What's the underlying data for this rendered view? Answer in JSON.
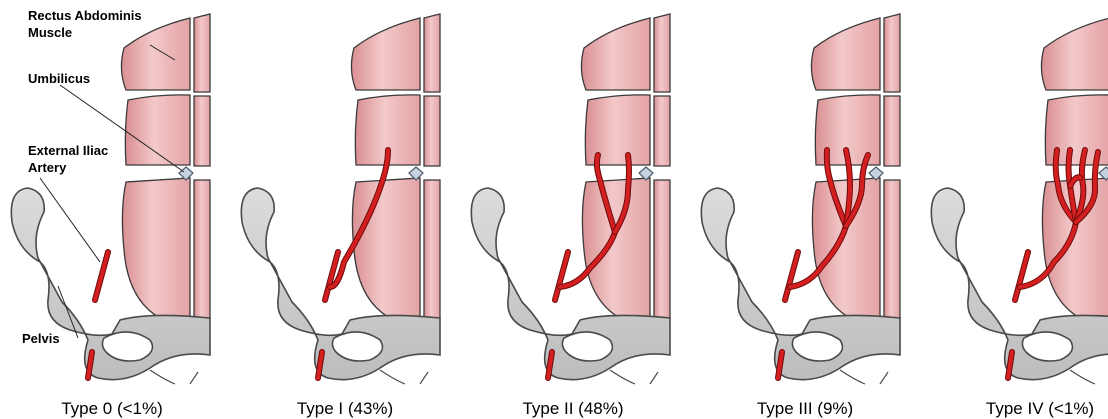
{
  "labels": {
    "rectus_line1": "Rectus Abdominis",
    "rectus_line2": "Muscle",
    "umbilicus": "Umbilicus",
    "artery_line1": "External Iliac",
    "artery_line2": "Artery",
    "pelvis": "Pelvis"
  },
  "panels": [
    {
      "caption": "Type 0 (<1%)",
      "branches": 0
    },
    {
      "caption": "Type I (43%)",
      "branches": 1
    },
    {
      "caption": "Type II (48%)",
      "branches": 2
    },
    {
      "caption": "Type III (9%)",
      "branches": 3
    },
    {
      "caption": "Type IV (<1%)",
      "branches": 4
    }
  ],
  "colors": {
    "muscle": "#ebb0b2",
    "muscle_light": "#f6d6d7",
    "muscle_stroke": "#3a3a3a",
    "artery": "#d31f1f",
    "artery_stroke": "#6e0c0c",
    "bone": "#c9c9c9",
    "bone_stroke": "#4a4a4a",
    "umbilicus": "#c6d2df"
  }
}
